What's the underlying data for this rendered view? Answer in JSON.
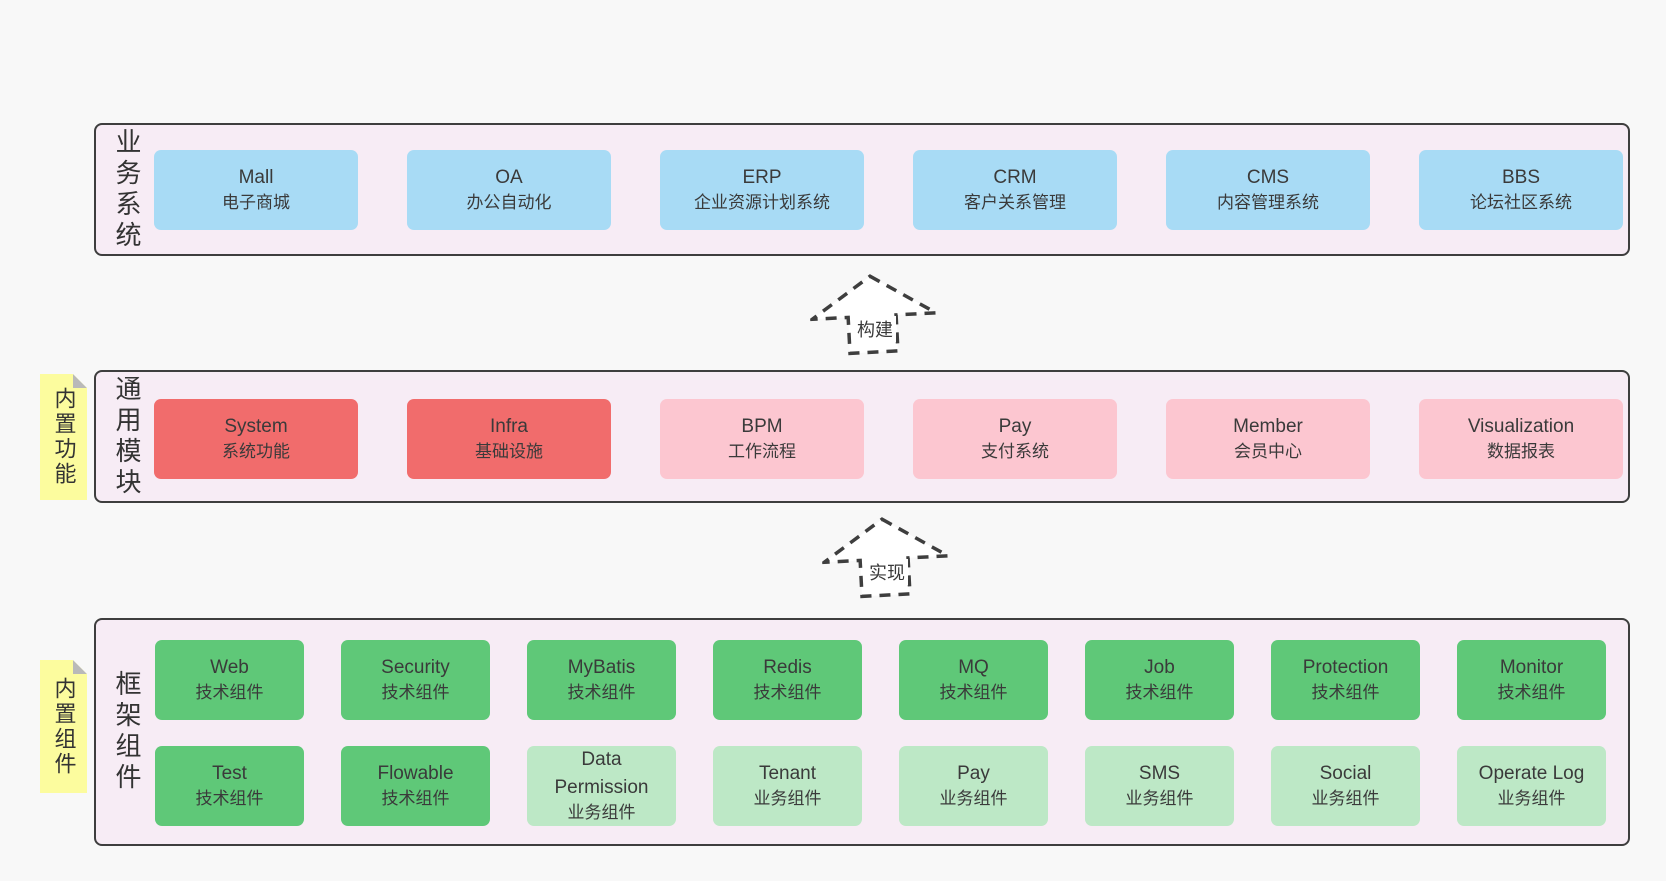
{
  "diagram": {
    "layers": [
      {
        "id": "business-systems",
        "label": "业务系统",
        "boxes": [
          {
            "title": "Mall",
            "subtitle": "电子商城",
            "variant": "blue"
          },
          {
            "title": "OA",
            "subtitle": "办公自动化",
            "variant": "blue"
          },
          {
            "title": "ERP",
            "subtitle": "企业资源计划系统",
            "variant": "blue"
          },
          {
            "title": "CRM",
            "subtitle": "客户关系管理",
            "variant": "blue"
          },
          {
            "title": "CMS",
            "subtitle": "内容管理系统",
            "variant": "blue"
          },
          {
            "title": "BBS",
            "subtitle": "论坛社区系统",
            "variant": "blue"
          }
        ]
      },
      {
        "id": "common-modules",
        "label": "通用模块",
        "note": "内置功能",
        "boxes": [
          {
            "title": "System",
            "subtitle": "系统功能",
            "variant": "red"
          },
          {
            "title": "Infra",
            "subtitle": "基础设施",
            "variant": "red"
          },
          {
            "title": "BPM",
            "subtitle": "工作流程",
            "variant": "pink"
          },
          {
            "title": "Pay",
            "subtitle": "支付系统",
            "variant": "pink"
          },
          {
            "title": "Member",
            "subtitle": "会员中心",
            "variant": "pink"
          },
          {
            "title": "Visualization",
            "subtitle": "数据报表",
            "variant": "pink"
          }
        ]
      },
      {
        "id": "framework-components",
        "label": "框架组件",
        "note": "内置组件",
        "rows": [
          [
            {
              "title": "Web",
              "subtitle": "技术组件",
              "variant": "green"
            },
            {
              "title": "Security",
              "subtitle": "技术组件",
              "variant": "green"
            },
            {
              "title": "MyBatis",
              "subtitle": "技术组件",
              "variant": "green"
            },
            {
              "title": "Redis",
              "subtitle": "技术组件",
              "variant": "green"
            },
            {
              "title": "MQ",
              "subtitle": "技术组件",
              "variant": "green"
            },
            {
              "title": "Job",
              "subtitle": "技术组件",
              "variant": "green"
            },
            {
              "title": "Protection",
              "subtitle": "技术组件",
              "variant": "green"
            },
            {
              "title": "Monitor",
              "subtitle": "技术组件",
              "variant": "green"
            }
          ],
          [
            {
              "title": "Test",
              "subtitle": "技术组件",
              "variant": "green"
            },
            {
              "title": "Flowable",
              "subtitle": "技术组件",
              "variant": "green"
            },
            {
              "title": "Data Permission",
              "subtitle": "业务组件",
              "variant": "lightgreen"
            },
            {
              "title": "Tenant",
              "subtitle": "业务组件",
              "variant": "lightgreen"
            },
            {
              "title": "Pay",
              "subtitle": "业务组件",
              "variant": "lightgreen"
            },
            {
              "title": "SMS",
              "subtitle": "业务组件",
              "variant": "lightgreen"
            },
            {
              "title": "Social",
              "subtitle": "业务组件",
              "variant": "lightgreen"
            },
            {
              "title": "Operate Log",
              "subtitle": "业务组件",
              "variant": "lightgreen"
            }
          ]
        ]
      }
    ],
    "arrows": [
      {
        "label": "构建"
      },
      {
        "label": "实现"
      }
    ],
    "colors": {
      "canvasBg": "#f8f8f8",
      "containerBg": "#f7ecf5",
      "border": "#3e3e3e",
      "text": "#3a3a3a",
      "blue": "#a8dbf5",
      "red": "#f16c6c",
      "pink": "#fcc6d0",
      "green": "#5fc878",
      "lightgreen": "#bde8c6",
      "sticky": "#fcfc9e",
      "stickyFold": "#b9b9b9"
    }
  }
}
